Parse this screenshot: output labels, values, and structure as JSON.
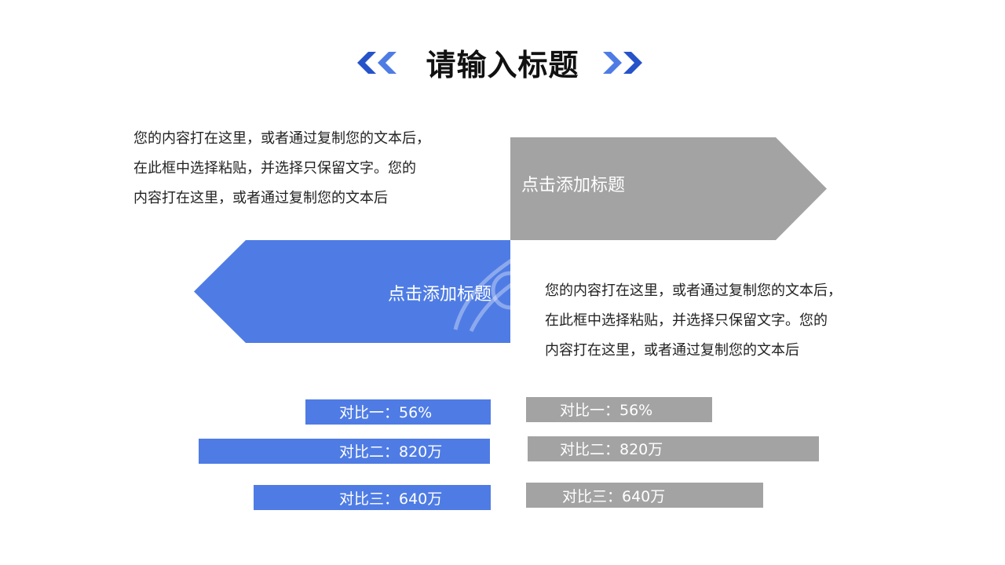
{
  "title": "请输入标题",
  "colors": {
    "accent_blue": "#4f7ce4",
    "accent_blue_dark": "#2653c9",
    "gray": "#a3a3a3",
    "text": "#222222"
  },
  "icons": {
    "title_left": "double-chevron-left-icon",
    "title_right": "double-chevron-right-icon"
  },
  "block_top": {
    "paragraph": [
      "您的内容打在这里，或者通过复制您的文本后，",
      "在此框中选择粘贴，并选择只保留文字。您的",
      "内容打在这里，或者通过复制您的文本后"
    ],
    "label": "点击添加标题"
  },
  "block_bottom": {
    "label": "点击添加标题",
    "paragraph": [
      "您的内容打在这里，或者通过复制您的文本后，",
      "在此框中选择粘贴，并选择只保留文字。您的",
      "内容打在这里，或者通过复制您的文本后"
    ]
  },
  "comparisons": {
    "left": [
      {
        "label": "对比一：56%"
      },
      {
        "label": "对比二：820万"
      },
      {
        "label": "对比三：640万"
      }
    ],
    "right": [
      {
        "label": "对比一：56%"
      },
      {
        "label": "对比二：820万"
      },
      {
        "label": "对比三：640万"
      }
    ]
  }
}
